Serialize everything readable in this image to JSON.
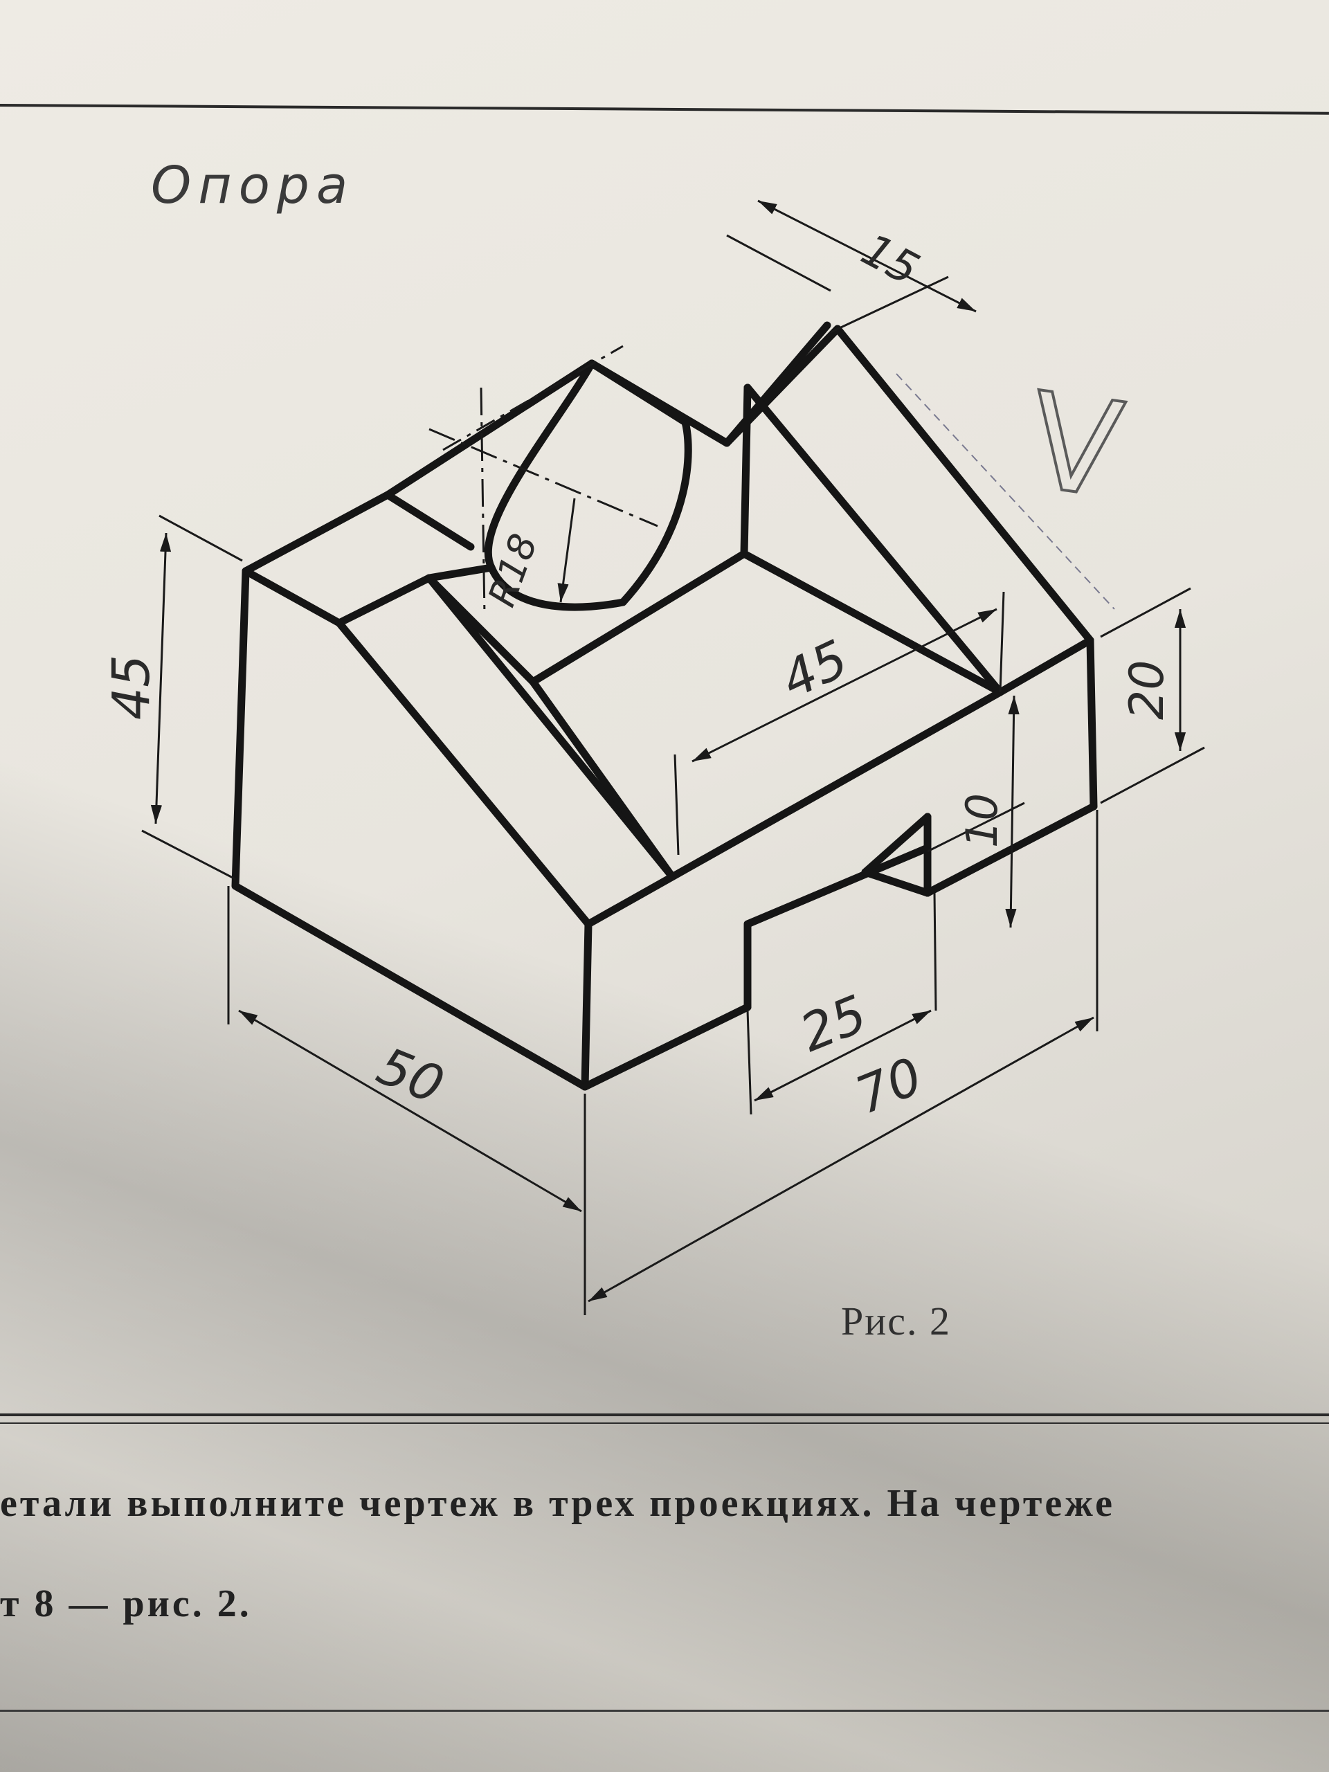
{
  "title": "Опора",
  "figure_caption": "Рис. 2",
  "body_text": {
    "line1": "етали выполните чертеж в трех проекциях. На чертеже",
    "line2": "т 8 — рис. 2."
  },
  "dimensions": {
    "width_15": "15",
    "radius": "R18",
    "height_45": "45",
    "length_45": "45",
    "height_20": "20",
    "height_10": "10",
    "depth_50": "50",
    "width_25": "25",
    "length_70": "70"
  },
  "marks": {
    "check": "V"
  },
  "colors": {
    "paper": "#e8e5de",
    "ink": "#1a1a1a",
    "pencil": "#4a4a4a"
  }
}
